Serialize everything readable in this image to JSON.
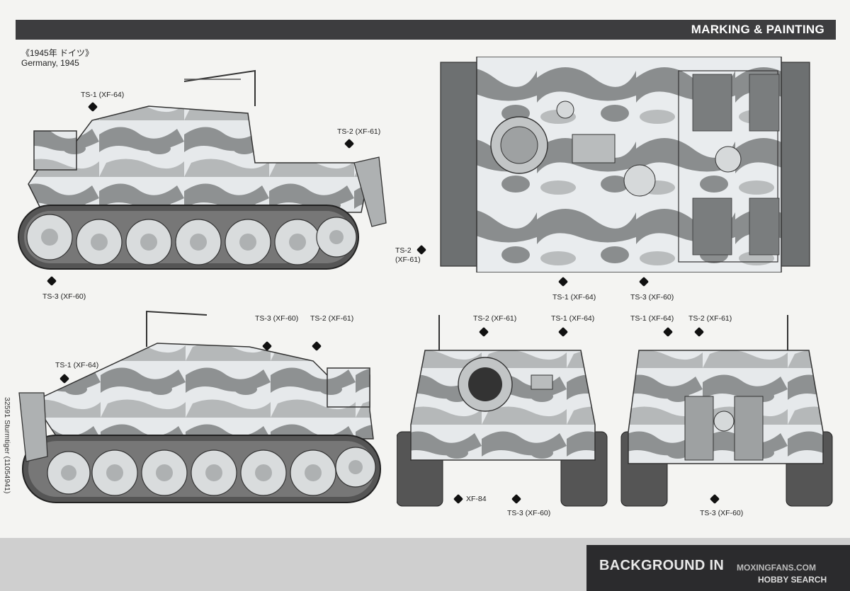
{
  "header": {
    "title": "MARKING & PAINTING"
  },
  "subtitle": {
    "jp": "《1945年 ドイツ》",
    "en": "Germany, 1945"
  },
  "side_label": "32591 Sturmtiger (11054941)",
  "callouts": {
    "left_top_ts1": "TS-1 (XF-64)",
    "left_top_ts2": "TS-2 (XF-61)",
    "left_top_ts3": "TS-3 (XF-60)",
    "top_view_ts2a": "TS-2",
    "top_view_ts2b": "(XF-61)",
    "top_view_ts1": "TS-1 (XF-64)",
    "top_view_ts3": "TS-3 (XF-60)",
    "left_bottom_ts3": "TS-3 (XF-60)",
    "left_bottom_ts2": "TS-2 (XF-61)",
    "left_bottom_ts1": "TS-1 (XF-64)",
    "front_ts2": "TS-2 (XF-61)",
    "front_ts1": "TS-1 (XF-64)",
    "front_xf84": "XF-84",
    "front_ts3": "TS-3 (XF-60)",
    "rear_ts1": "TS-1 (XF-64)",
    "rear_ts2": "TS-2 (XF-61)",
    "rear_ts3": "TS-3 (XF-60)"
  },
  "footer": {
    "title": "BACKGROUND IN",
    "watermark": "MOXINGFANS.COM",
    "watermark2": "HOBBY SEARCH"
  },
  "colors": {
    "header_bg": "#3d3d3f",
    "camo_dark": "#8a8d8e",
    "camo_mid": "#b9bcbd",
    "camo_light": "#e9ecee",
    "footer_dark": "#2b2b2d"
  }
}
